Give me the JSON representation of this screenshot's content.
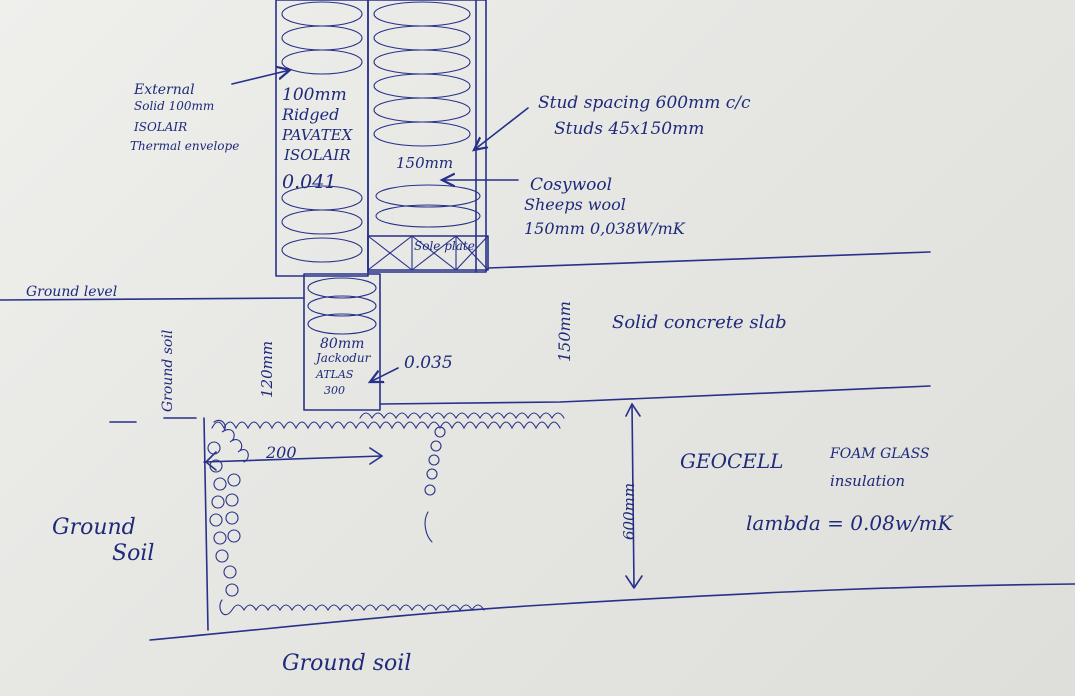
{
  "labels": {
    "external_l1": "External",
    "external_l2": "Solid 100mm",
    "external_l3": "ISOLAIR",
    "external_l4": "Thermal envelope",
    "pav_l1": "100mm",
    "pav_l2": "Ridged",
    "pav_l3": "PAVATEX",
    "pav_l4": "ISOLAIR",
    "pav_l5": "0.041",
    "stud_l1": "Stud spacing 600mm c/c",
    "stud_l2": "Studs 45x150mm",
    "dim_150mm_wall": "150mm",
    "cosy_l1": "Cosywool",
    "cosy_l2": "Sheeps wool",
    "cosy_l3": "150mm 0,038W/mK",
    "sole_plate": "Sole plate",
    "ground_level": "Ground level",
    "slab": "Solid concrete slab",
    "dim_150mm_slab": "150mm",
    "ground_soil_vertical": "Ground soil",
    "dim_120mm": "120mm",
    "jack_l1": "80mm",
    "jack_l2": "Jackodur",
    "jack_l3": "ATLAS",
    "jack_l4": "300",
    "jack_lambda": "0.035",
    "dim_200": "200",
    "dim_600mm": "600mm",
    "geocell_title": "GEOCELL",
    "geocell_l2": "FOAM GLASS",
    "geocell_l3": "insulation",
    "geocell_lambda": "lambda = 0.08w/mK",
    "ground_soil_left_l1": "Ground",
    "ground_soil_left_l2": "Soil",
    "ground_soil_bottom": "Ground soil"
  }
}
